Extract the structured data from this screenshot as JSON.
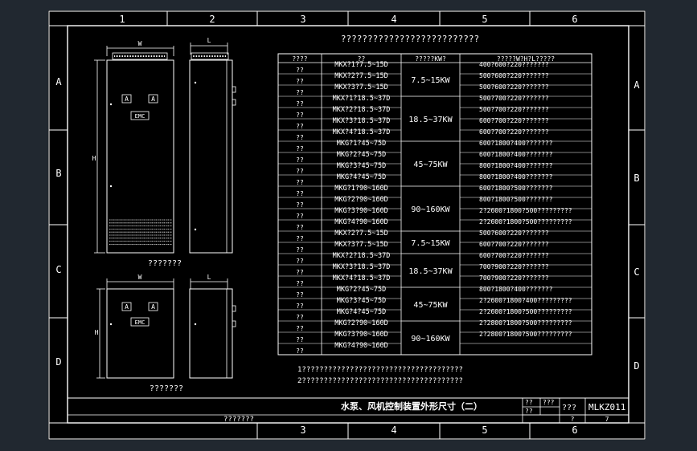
{
  "colors": {
    "background": "#212830",
    "sheet": "#000000",
    "line": "#ffffff",
    "text": "#ffffff"
  },
  "frame": {
    "col_top": [
      "1",
      "2",
      "3",
      "4",
      "5",
      "6"
    ],
    "col_bottom": [
      "3",
      "4",
      "5",
      "6"
    ],
    "row_left": [
      "A",
      "B",
      "C",
      "D"
    ],
    "row_right": [
      "A",
      "B",
      "C",
      "D"
    ]
  },
  "drawing": {
    "dim_w": "W",
    "dim_l": "L",
    "dim_h": "H",
    "label_a": "A",
    "label_emc": "EMC",
    "cabinet_caption": "???????",
    "wall_caption": "???????"
  },
  "table": {
    "title": "??????????????????????????",
    "headers": [
      "????",
      "??",
      "?????KW?",
      "?????W?H?L?????"
    ],
    "rows": [
      {
        "c1": "??",
        "c2": "MKX?1?7.5~15D",
        "c4": "400?600?220???????"
      },
      {
        "c1": "??",
        "c2": "MKX?2?7.5~15D",
        "c4": "500?600?220???????"
      },
      {
        "c1": "??",
        "c2": "MKX?3?7.5~15D",
        "c4": "500?600?220???????"
      },
      {
        "c1": "??",
        "c2": "MKX?1?18.5~37D",
        "c4": "500?700?220???????"
      },
      {
        "c1": "??",
        "c2": "MKX?2?18.5~37D",
        "c4": "500?700?220???????"
      },
      {
        "c1": "??",
        "c2": "MKX?3?18.5~37D",
        "c4": "600?700?220???????"
      },
      {
        "c1": "??",
        "c2": "MKX?4?18.5~37D",
        "c4": "600?700?220???????"
      },
      {
        "c1": "??",
        "c2": "MKG?1?45~75D",
        "c4": "600?1800?400???????"
      },
      {
        "c1": "??",
        "c2": "MKG?2?45~75D",
        "c4": "600?1800?400???????"
      },
      {
        "c1": "??",
        "c2": "MKG?3?45~75D",
        "c4": "800?1800?400???????"
      },
      {
        "c1": "??",
        "c2": "MKG?4?45~75D",
        "c4": "800?1800?400???????"
      },
      {
        "c1": "??",
        "c2": "MKG?1?90~160D",
        "c4": "600?1800?500???????"
      },
      {
        "c1": "??",
        "c2": "MKG?2?90~160D",
        "c4": "800?1800?500???????"
      },
      {
        "c1": "??",
        "c2": "MKG?3?90~160D",
        "c4": "2?2600?1800?500?????????"
      },
      {
        "c1": "??",
        "c2": "MKG?4?90~160D",
        "c4": "2?2600?1800?500?????????"
      },
      {
        "c1": "??",
        "c2": "MKX?2?7.5~15D",
        "c4": "500?600?220???????"
      },
      {
        "c1": "??",
        "c2": "MKX?3?7.5~15D",
        "c4": "600?700?220???????"
      },
      {
        "c1": "??",
        "c2": "MKX?2?18.5~37D",
        "c4": "600?700?220???????"
      },
      {
        "c1": "??",
        "c2": "MKX?3?18.5~37D",
        "c4": "700?900?220???????"
      },
      {
        "c1": "??",
        "c2": "MKX?4?18.5~37D",
        "c4": "700?900?220???????"
      },
      {
        "c1": "??",
        "c2": "MKG?2?45~75D",
        "c4": "800?1800?400???????"
      },
      {
        "c1": "??",
        "c2": "MKG?3?45~75D",
        "c4": "2?2600?1800?400?????????"
      },
      {
        "c1": "??",
        "c2": "MKG?4?45~75D",
        "c4": "2?2600?1800?500?????????"
      },
      {
        "c1": "??",
        "c2": "MKG?2?90~160D",
        "c4": "2?2800?1800?500?????????"
      },
      {
        "c1": "??",
        "c2": "MKG?3?90~160D",
        "c4": "2?2800?1800?500?????????"
      },
      {
        "c1": "??",
        "c2": "MKG?4?90~160D",
        "c4": ""
      }
    ],
    "groups": [
      {
        "label": "7.5~15KW",
        "from": 0,
        "to": 3
      },
      {
        "label": "18.5~37KW",
        "from": 3,
        "to": 7
      },
      {
        "label": "45~75KW",
        "from": 7,
        "to": 11
      },
      {
        "label": "90~160KW",
        "from": 11,
        "to": 15
      },
      {
        "label": "7.5~15KW",
        "from": 15,
        "to": 17
      },
      {
        "label": "18.5~37KW",
        "from": 17,
        "to": 20
      },
      {
        "label": "45~75KW",
        "from": 20,
        "to": 23
      },
      {
        "label": "90~160KW",
        "from": 23,
        "to": 26
      }
    ],
    "notes": [
      "1?????????????????????????????????????",
      "2?????????????????????????????????????"
    ]
  },
  "title_block": {
    "main_title": "水泵、风机控制装置外形尺寸（二）",
    "cell_a1": "??",
    "cell_a2": "???",
    "cell_b1": "??",
    "cell_b2": "",
    "code_label": "???",
    "drawing_no": "MLKZ011",
    "page_a": "?",
    "page_b": "7",
    "footer_left": "???????"
  }
}
